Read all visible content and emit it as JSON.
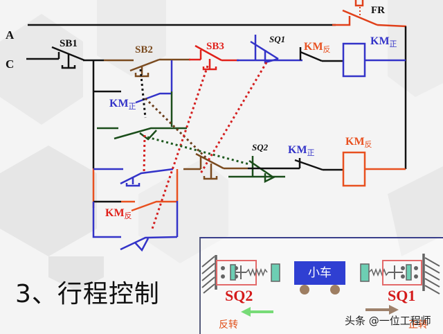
{
  "rails": {
    "a": "A",
    "c": "C"
  },
  "buttons": {
    "sb1": "SB1",
    "sb2": "SB2",
    "sb3": "SB3"
  },
  "limit_switches": {
    "sq1": "SQ1",
    "sq2": "SQ2"
  },
  "relay": {
    "fr": "FR"
  },
  "contactors": {
    "km_base": "KM",
    "forward_sub": "正",
    "reverse_sub": "反"
  },
  "title": "3、行程控制",
  "mechanism": {
    "cart_label": "小车",
    "sq2_label": "SQ2",
    "sq1_label": "SQ1",
    "reverse_label": "反转",
    "forward_label": "正转"
  },
  "watermark": "头条 @一位工程师",
  "colors": {
    "black": "#111111",
    "brown": "#7a4a1e",
    "red": "#e0201a",
    "orange_red": "#e8501f",
    "blue": "#3333c8",
    "dark_green": "#1a4d1a",
    "dotted_red": "#d42020",
    "dotted_brown": "#6b3e1c",
    "dotted_green": "#1f5a1f",
    "teal": "#1fb48a",
    "cart_blue": "#2f3fd2"
  }
}
